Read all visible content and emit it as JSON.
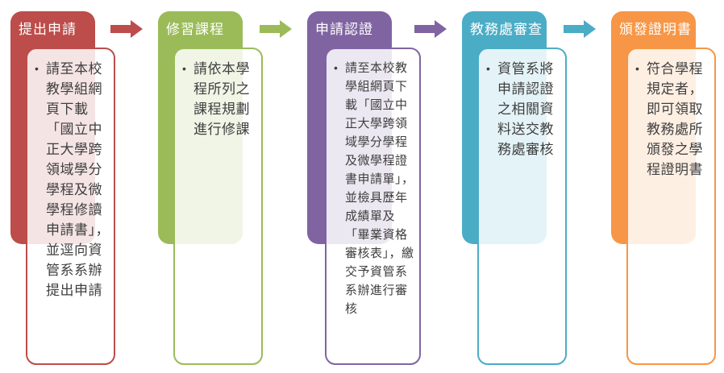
{
  "diagram": {
    "title_hint": "cross-disciplinary program application process flow",
    "bullet": "•",
    "text_color": "#3F3F3F",
    "steps": [
      {
        "title": "提出申請",
        "description": "請至本校教學組網頁下載「國立中正大學跨領域學分學程及微學程修讀申請書」，並逕向資管系系辦提出申請",
        "color": "#BC4D4A",
        "tint": "#F5E4E3"
      },
      {
        "title": "修習課程",
        "description": "請依本學程所列之課程規劃進行修課",
        "color": "#9BBB59",
        "tint": "#F0F5E6"
      },
      {
        "title": "申請認證",
        "description": "請至本校教學組網頁下載「國立中正大學跨領域學分學程及微學程證書申請單」，並檢具歷年成績單及「畢業資格審核表」，繳交予資管系系辦進行審核",
        "color": "#8064A2",
        "tint": "#ECE8F1"
      },
      {
        "title": "教務處審查",
        "description": "資管系將申請認證之相關資料送交教務處審核",
        "color": "#4BACC6",
        "tint": "#E4F3F6"
      },
      {
        "title": "頒發證明書",
        "description": "符合學程規定者，即可領取教務處所頒發之學程證明書",
        "color": "#F79646",
        "tint": "#FDEFE3"
      }
    ]
  }
}
